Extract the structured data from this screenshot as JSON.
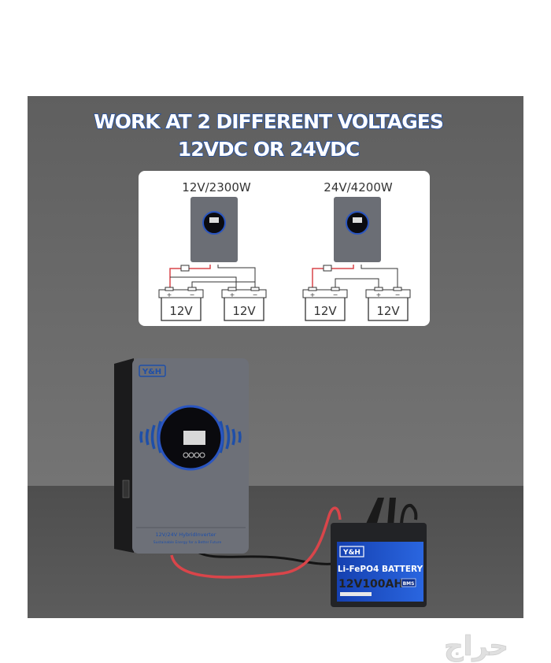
{
  "headline": {
    "line1": "WORK AT 2 DIFFERENT VOLTAGES",
    "line2": "12VDC OR 24VDC"
  },
  "diagram": {
    "configs": [
      {
        "label": "12V/2300W",
        "wiring": "parallel",
        "batteries": [
          "12V",
          "12V"
        ]
      },
      {
        "label": "24V/4200W",
        "wiring": "series",
        "batteries": [
          "12V",
          "12V"
        ]
      }
    ],
    "plus": "+",
    "minus": "−"
  },
  "inverter": {
    "brand": "Y&H",
    "model_text": "12V/24V HybridInverter",
    "tagline": "Sustainable Energy for a Better Future"
  },
  "battery": {
    "brand": "Y&H",
    "type": "Li-FePO4 BATTERY",
    "capacity": "12V100AH",
    "badge": "BMS"
  },
  "watermark": "حراج",
  "colors": {
    "panel": "#666666",
    "floor": "#545454",
    "accent_blue": "#1f4fa8",
    "cable_red": "#d9454a"
  }
}
